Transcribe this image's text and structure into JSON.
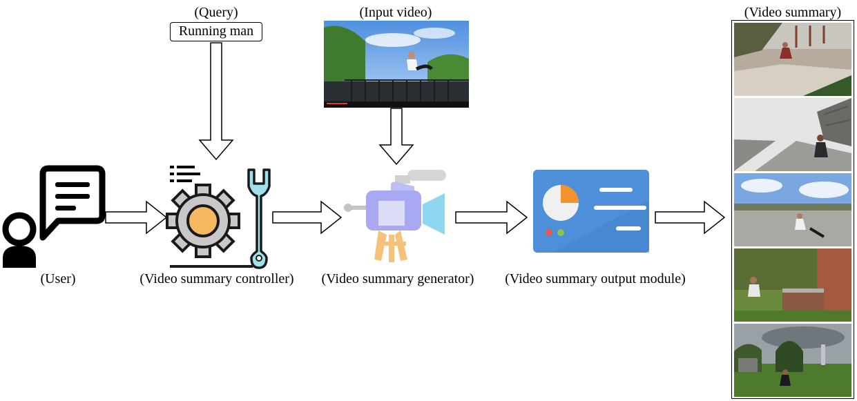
{
  "query": {
    "caption": "(Query)",
    "text": "Running man"
  },
  "input_video": {
    "caption": "(Input video)"
  },
  "nodes": {
    "user": "(User)",
    "controller": "(Video summary controller)",
    "generator": "(Video summary generator)",
    "output_module": "(Video summary output module)"
  },
  "video_summary": {
    "caption": "(Video summary)",
    "frame_count": 5
  },
  "colors": {
    "controller_gear": "#4a4a4a",
    "controller_gear_center": "#f4b860",
    "controller_wrench": "#9fe0ea",
    "generator_body": "#a9a8f2",
    "generator_legs": "#f6c27a",
    "output_panel": "#4d8fd9",
    "output_accent": "#f0922e",
    "dot_red": "#e9574f",
    "dot_green": "#8fc24a",
    "dot_blue": "#4a90e2"
  },
  "icons": [
    "user-icon",
    "chat-bubble-icon",
    "gear-icon",
    "wrench-icon",
    "video-camera-icon",
    "dashboard-icon"
  ]
}
